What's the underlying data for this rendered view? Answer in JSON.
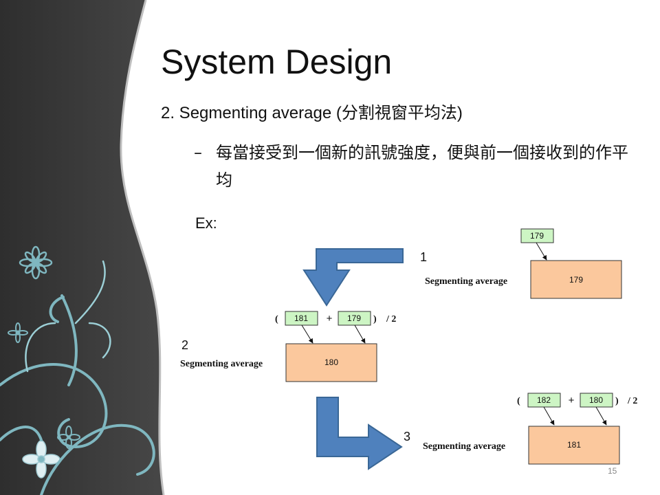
{
  "slide": {
    "title": "System Design",
    "subtitle": "2. Segmenting average  (分割視窗平均法)",
    "bullet_dash": "–",
    "bullet_text": "每當接受到一個新的訊號強度，便與前一個接收到的作平均",
    "example_label": "Ex:",
    "page_number": "15"
  },
  "diagram": {
    "block_label": "Segmenting average",
    "open_paren": "(",
    "close_paren": ")",
    "plus": "+",
    "divide": "/ 2",
    "step1": {
      "number": "1",
      "input": "179",
      "output": "179"
    },
    "step2": {
      "number": "2",
      "input_a": "181",
      "input_b": "179",
      "output": "180"
    },
    "step3": {
      "number": "3",
      "input_a": "182",
      "input_b": "180",
      "output": "181"
    }
  },
  "colors": {
    "sidebar": "#3a3a3a",
    "ornament": "#7fb7c0",
    "input_box": "#cdf5c4",
    "output_box": "#fbc89d",
    "arrow": "#4f81bd"
  }
}
